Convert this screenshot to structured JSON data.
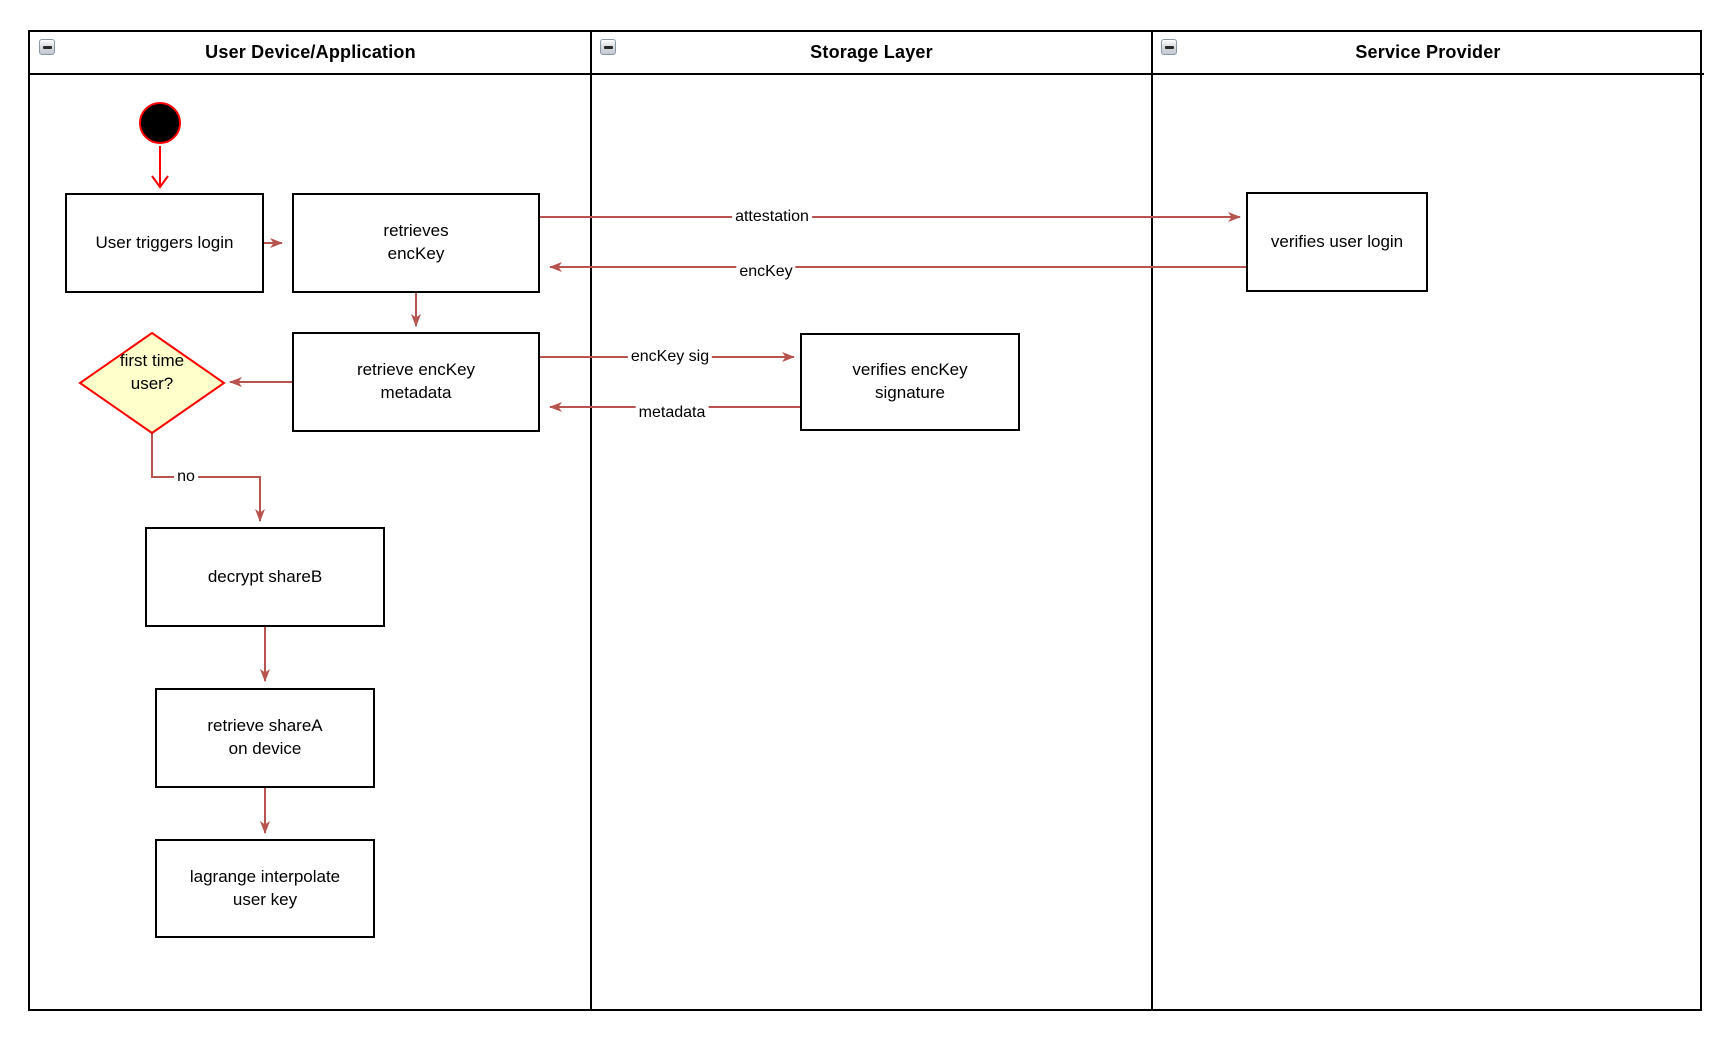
{
  "lanes": [
    {
      "title": "User Device/Application"
    },
    {
      "title": "Storage Layer"
    },
    {
      "title": "Service Provider"
    }
  ],
  "nodes": {
    "user_triggers_login": "User triggers login",
    "retrieves_enckey": "retrieves\nencKey",
    "retrieve_enckey_metadata": "retrieve encKey\nmetadata",
    "first_time_user": "first time\nuser?",
    "decrypt_shareb": "decrypt shareB",
    "retrieve_sharea_on_device": "retrieve shareA\non device",
    "lagrange_interpolate_user_key": "lagrange interpolate\nuser key",
    "verifies_enckey_signature": "verifies encKey\nsignature",
    "verifies_user_login": "verifies user login"
  },
  "edge_labels": {
    "attestation": "attestation",
    "enckey": "encKey",
    "enckey_sig": "encKey sig",
    "metadata": "metadata",
    "no": "no"
  },
  "colors": {
    "frame_stroke": "#000000",
    "connector_stroke": "#b85450",
    "start_arrow_stroke": "#ff0000",
    "start_node_fill": "#000000",
    "start_node_stroke": "#ff0000",
    "decision_fill": "#ffffcc",
    "decision_stroke": "#ff0000",
    "node_fill": "#ffffff"
  }
}
